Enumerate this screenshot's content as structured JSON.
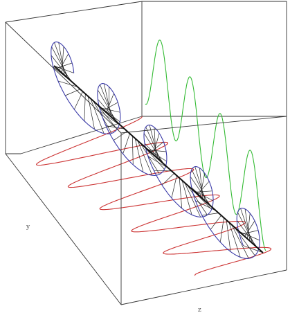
{
  "figure": {
    "axis_labels": {
      "y": "y",
      "z": "z"
    },
    "colors": {
      "box_edge": "#222222",
      "helix": "#3a3aa8",
      "spokes": "#222222",
      "axis_line": "#111111",
      "y_projection": "#cc3333",
      "z_projection": "#33bb33"
    },
    "helix": {
      "turns": 4.5,
      "spoke_count": 80,
      "amplitude_relative": 1
    },
    "y_projection": {
      "turns": 5.5
    },
    "z_projection": {
      "visible_peaks": 4
    }
  }
}
